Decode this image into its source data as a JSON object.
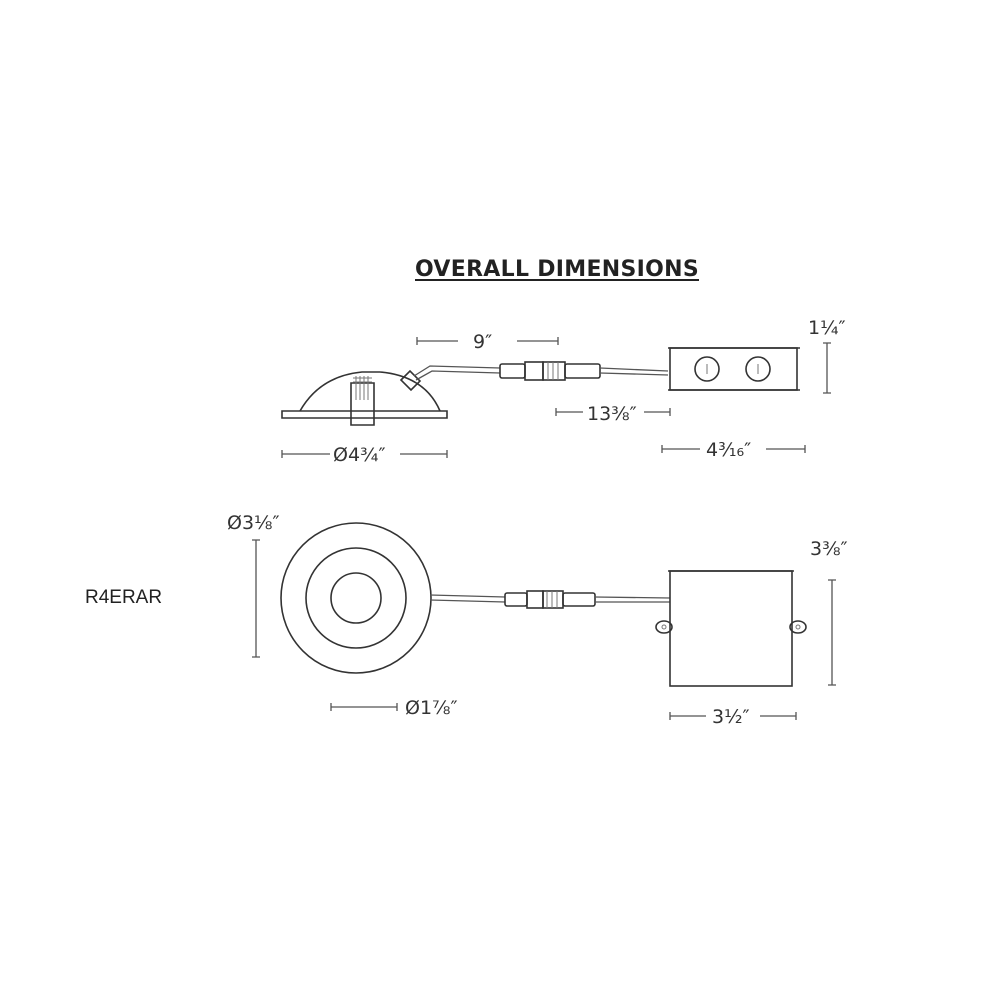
{
  "title": "OVERALL DIMENSIONS",
  "model": "R4ERAR",
  "dimensions": {
    "cable_top": "9″",
    "cable_total": "13⅜″",
    "box_height_side": "1¼″",
    "box_length_side": "4³⁄₁₆″",
    "trim_diameter": "Ø4¾″",
    "face_diameter": "Ø3⅛″",
    "aperture_diameter": "Ø1⅞″",
    "box_height_top": "3⅜″",
    "box_width_top": "3½″"
  }
}
